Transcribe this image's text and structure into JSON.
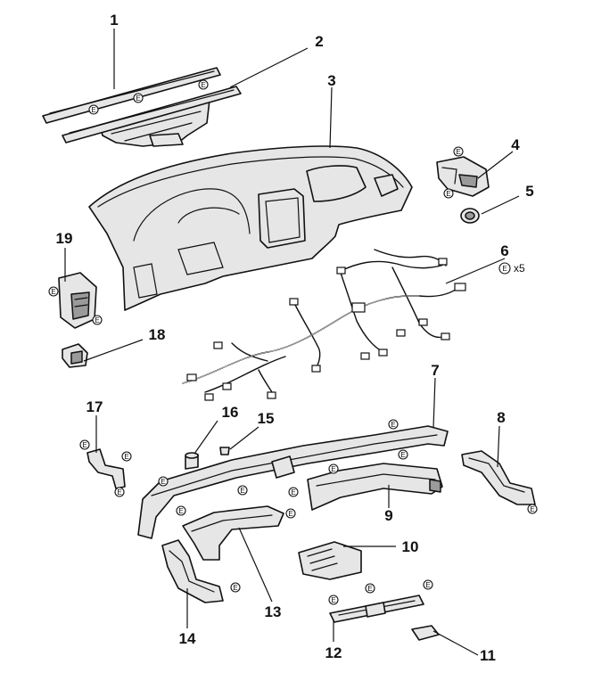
{
  "diagram": {
    "fastener_symbol": "E",
    "callouts": [
      {
        "id": "1",
        "label": "1"
      },
      {
        "id": "2",
        "label": "2"
      },
      {
        "id": "3",
        "label": "3"
      },
      {
        "id": "4",
        "label": "4"
      },
      {
        "id": "5",
        "label": "5"
      },
      {
        "id": "6",
        "label": "6"
      },
      {
        "id": "7",
        "label": "7"
      },
      {
        "id": "8",
        "label": "8"
      },
      {
        "id": "9",
        "label": "9"
      },
      {
        "id": "10",
        "label": "10"
      },
      {
        "id": "11",
        "label": "11"
      },
      {
        "id": "12",
        "label": "12"
      },
      {
        "id": "13",
        "label": "13"
      },
      {
        "id": "14",
        "label": "14"
      },
      {
        "id": "15",
        "label": "15"
      },
      {
        "id": "16",
        "label": "16"
      },
      {
        "id": "17",
        "label": "17"
      },
      {
        "id": "18",
        "label": "18"
      },
      {
        "id": "19",
        "label": "19"
      }
    ],
    "quantity_note": "x5"
  }
}
